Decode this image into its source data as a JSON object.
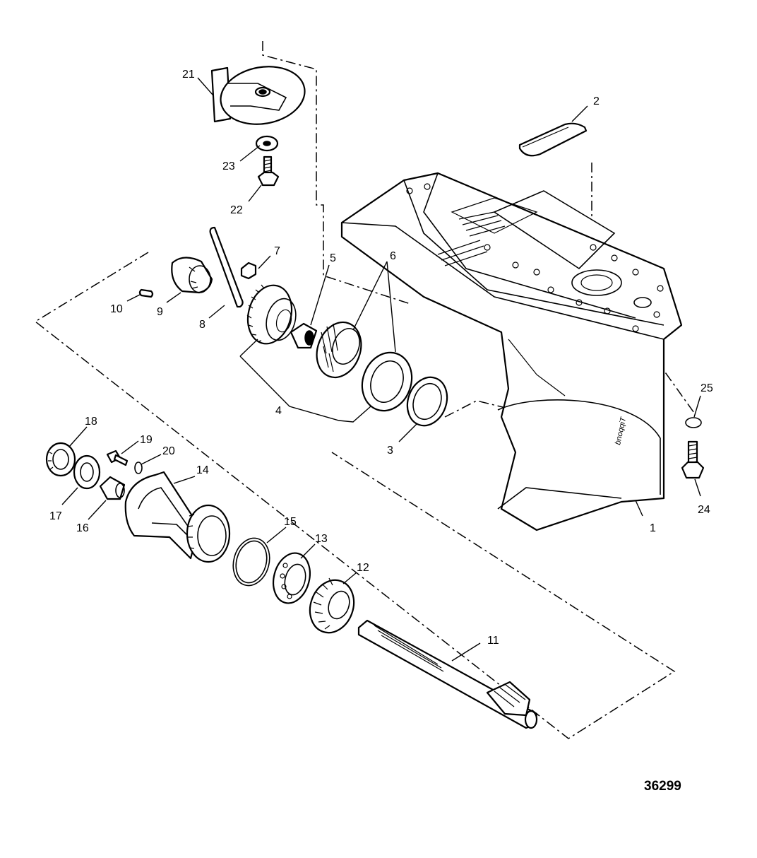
{
  "callouts": {
    "c1": "1",
    "c2": "2",
    "c3": "3",
    "c4": "4",
    "c5": "5",
    "c6": "6",
    "c7": "7",
    "c8": "8",
    "c9": "9",
    "c10": "10",
    "c11": "11",
    "c12": "12",
    "c13": "13",
    "c14": "14",
    "c15": "15",
    "c16": "16",
    "c17": "17",
    "c18": "18",
    "c19": "19",
    "c20": "20",
    "c21": "21",
    "c22": "22",
    "c23": "23",
    "c24": "24",
    "c25": "25"
  },
  "housing_brand": "bnoqqiT",
  "figure_number": "36299"
}
